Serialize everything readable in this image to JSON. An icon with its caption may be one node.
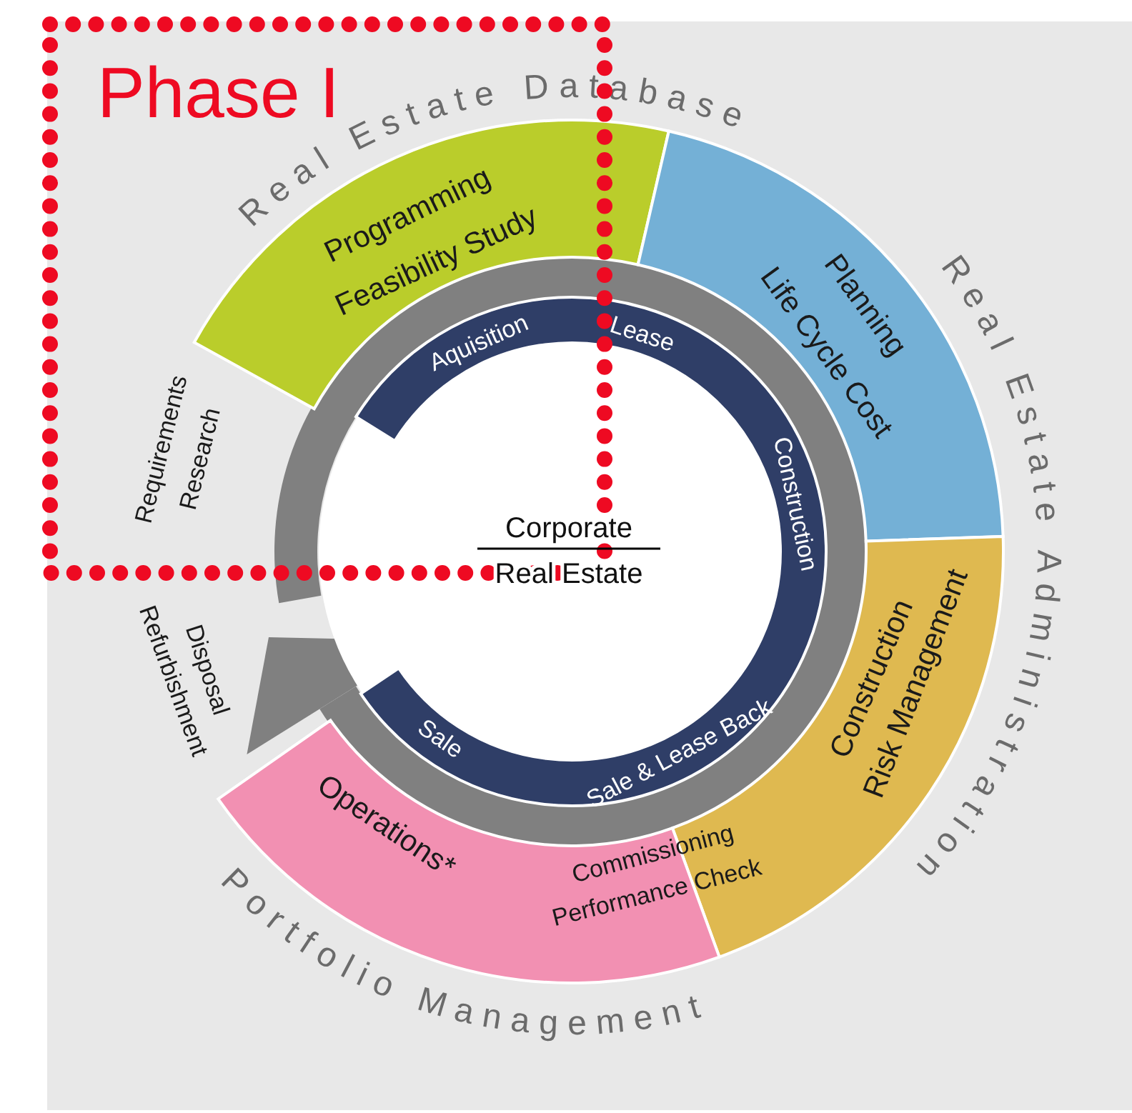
{
  "diagram": {
    "nodes": [
      {
        "text": [
          "Phase I"
        ]
      },
      {
        "text": [
          "Programming",
          "Feasibility Study"
        ]
      },
      {
        "text": [
          "Planning",
          "Life Cycle Cost"
        ]
      },
      {
        "text": [
          "Aquisition",
          "Lease",
          "Construction",
          "Sale & Lease Back",
          "Sale"
        ]
      },
      {
        "text": [
          "Corporate",
          "Real Estate"
        ]
      },
      {
        "text": [
          "Construction",
          "Risk Management"
        ]
      },
      {
        "text": [
          "Operations*"
        ]
      }
    ],
    "edges": [],
    "labels": [
      "Real Estate Database",
      "Real Estate Administration",
      "Requirements",
      "Research",
      "Disposal",
      "Refurbishment",
      "Commissioning",
      "Performance Check",
      "Portfolio Management"
    ]
  }
}
